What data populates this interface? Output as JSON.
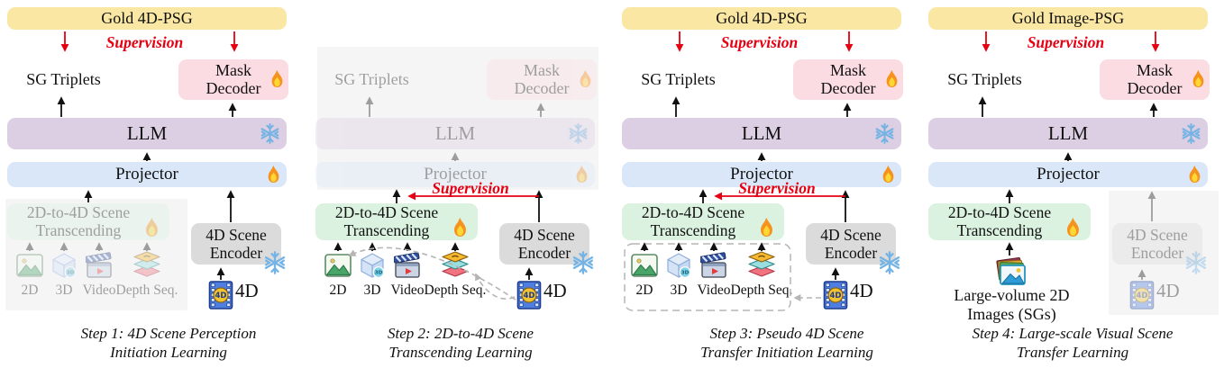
{
  "colors": {
    "gold_box": "#FAE7A3",
    "mask_box": "#FBDCE2",
    "llm_box": "#DCCFE3",
    "projector_box": "#D9E7F8",
    "transcending_box": "#DAF2DF",
    "encoder_box": "#DBDBDB",
    "frozen_overlay": "#F5F5F6",
    "supervision_red": "#E60012",
    "arrow_black": "#111111",
    "dashed_gray": "#B5B5B5"
  },
  "icons": {
    "trainable": "flame-icon",
    "frozen": "snowflake-icon",
    "modality_2d": "image-icon",
    "modality_3d": "cube-icon",
    "modality_video": "clapperboard-icon",
    "modality_depth": "layers-icon",
    "input_4d": "film-strip-icon",
    "large_volume_2d": "photo-stack-icon"
  },
  "labels": {
    "supervision": "Supervision",
    "sg_triplets": "SG Triplets",
    "mask_decoder": "Mask Decoder",
    "llm": "LLM",
    "projector": "Projector",
    "transcending": "2D-to-4D Scene Transcending",
    "encoder": "4D Scene Encoder",
    "four_d": "4D",
    "modalities": [
      "2D",
      "3D",
      "Video",
      "Depth Seq."
    ]
  },
  "panels": [
    {
      "gold": "Gold 4D-PSG",
      "caption_line1": "Step 1: 4D Scene Perception",
      "caption_line2": "Initiation Learning"
    },
    {
      "caption_line1": "Step 2: 2D-to-4D Scene",
      "caption_line2": "Transcending Learning"
    },
    {
      "gold": "Gold 4D-PSG",
      "caption_line1": "Step 3: Pseudo 4D Scene",
      "caption_line2": "Transfer Initiation Learning"
    },
    {
      "gold": "Gold Image-PSG",
      "caption_line1": "Step 4: Large-scale Visual Scene",
      "caption_line2": "Transfer Learning",
      "large_volume_line1": "Large-volume 2D",
      "large_volume_line2": "Images (SGs)"
    }
  ]
}
